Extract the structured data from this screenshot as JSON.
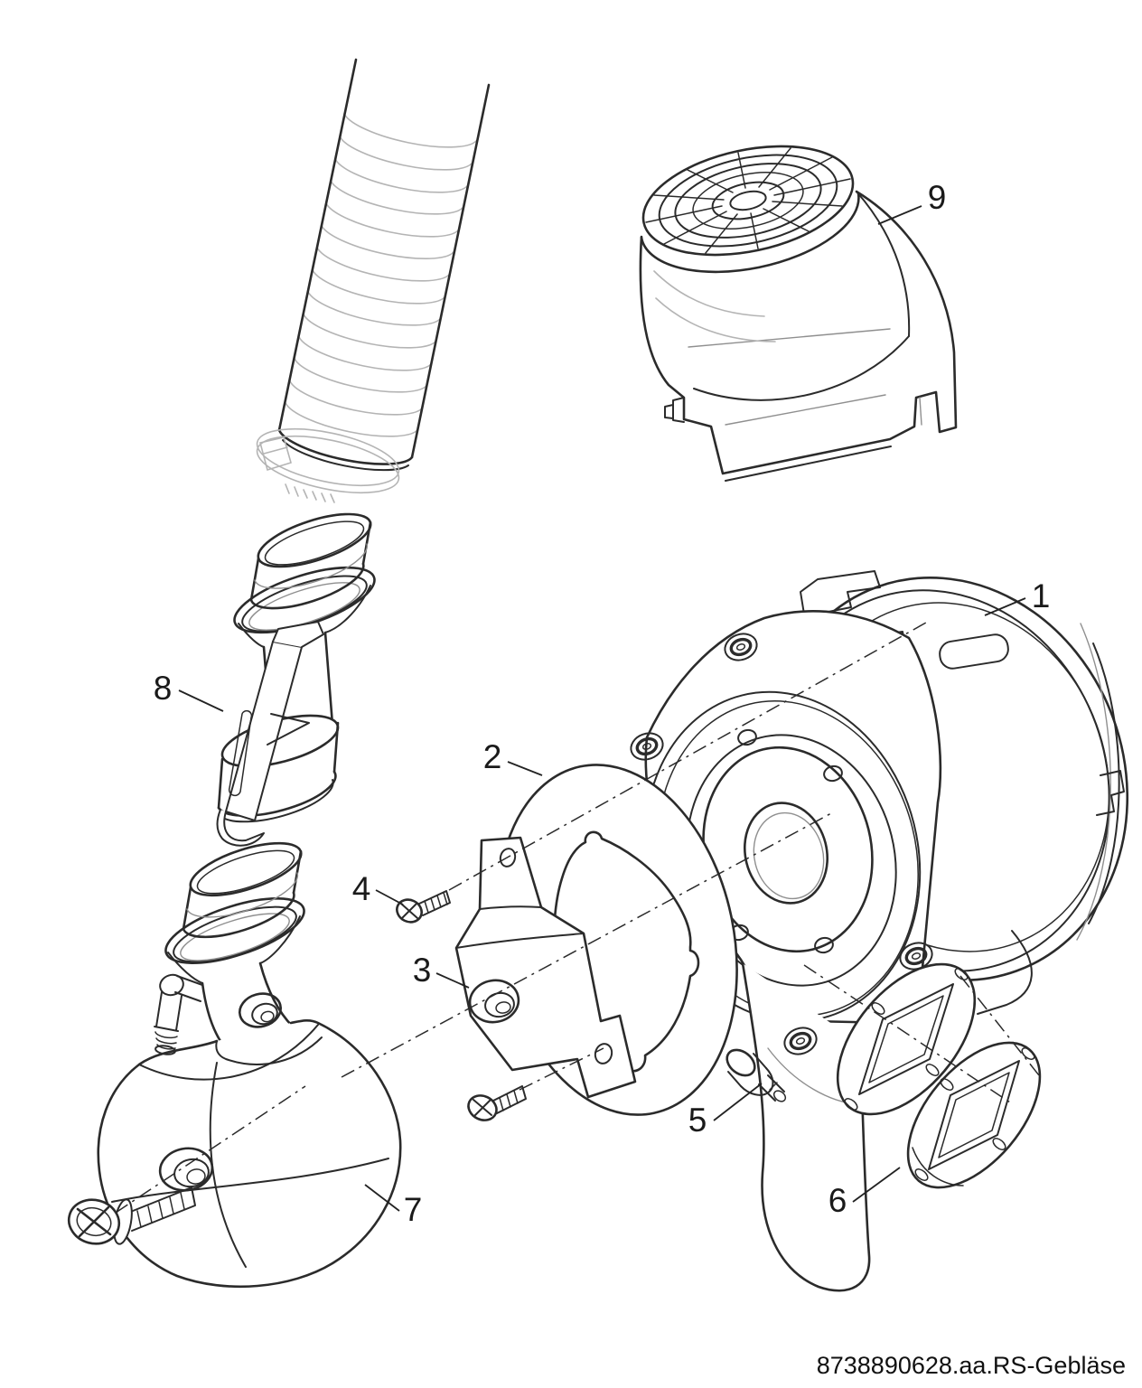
{
  "diagram": {
    "type": "exploded-parts-diagram",
    "background_color": "#ffffff",
    "line_color": "#2b2b2b",
    "light_line_color": "#b4b4b4",
    "footer_code": "8738890628.aa.RS-Gebläse",
    "callouts": [
      {
        "label": "1"
      },
      {
        "label": "2"
      },
      {
        "label": "3"
      },
      {
        "label": "4"
      },
      {
        "label": "5"
      },
      {
        "label": "6"
      },
      {
        "label": "7"
      },
      {
        "label": "8"
      },
      {
        "label": "9"
      }
    ]
  }
}
